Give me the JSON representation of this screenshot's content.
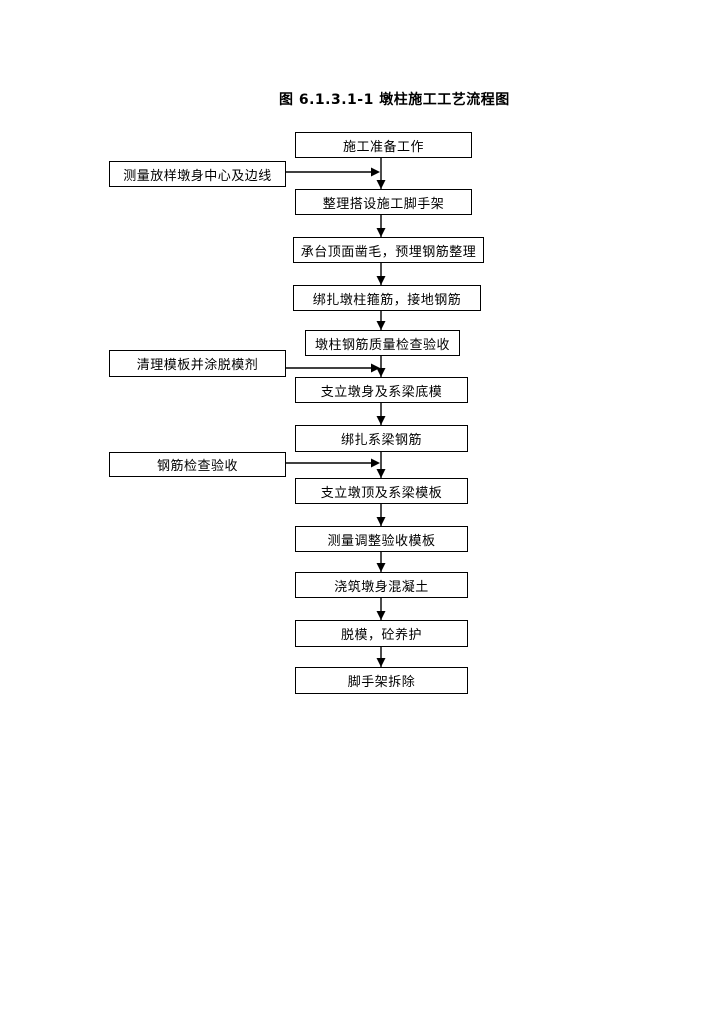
{
  "figure": {
    "title": "图 6.1.3.1-1 墩柱施工工艺流程图"
  },
  "flowchart": {
    "nodes": [
      {
        "id": "n1",
        "label": "施工准备工作"
      },
      {
        "id": "n2",
        "label": "整理搭设施工脚手架"
      },
      {
        "id": "n3",
        "label": "承台顶面凿毛，预埋钢筋整理"
      },
      {
        "id": "n4",
        "label": "绑扎墩柱箍筋，接地钢筋"
      },
      {
        "id": "n5",
        "label": "墩柱钢筋质量检查验收"
      },
      {
        "id": "n6",
        "label": "支立墩身及系梁底模"
      },
      {
        "id": "n7",
        "label": "绑扎系梁钢筋"
      },
      {
        "id": "n8",
        "label": "支立墩顶及系梁模板"
      },
      {
        "id": "n9",
        "label": "测量调整验收模板"
      },
      {
        "id": "n10",
        "label": "浇筑墩身混凝土"
      },
      {
        "id": "n11",
        "label": "脱模，砼养护"
      },
      {
        "id": "n12",
        "label": "脚手架拆除"
      }
    ],
    "side_nodes": [
      {
        "id": "s1",
        "label": "测量放样墩身中心及边线",
        "joins_arrow": "n1->n2"
      },
      {
        "id": "s2",
        "label": "清理模板并涂脱模剂",
        "joins_arrow": "n5->n6"
      },
      {
        "id": "s3",
        "label": "钢筋检查验收",
        "joins_arrow": "n7->n8"
      }
    ],
    "edges": [
      "n1->n2",
      "n2->n3",
      "n3->n4",
      "n4->n5",
      "n5->n6",
      "n6->n7",
      "n7->n8",
      "n8->n9",
      "n9->n10",
      "n10->n11",
      "n11->n12",
      "s1->n2",
      "s2->n6",
      "s3->n8"
    ],
    "colors": {
      "line": "#000000",
      "box_border": "#000000",
      "box_fill": "#ffffff",
      "text": "#000000"
    }
  }
}
